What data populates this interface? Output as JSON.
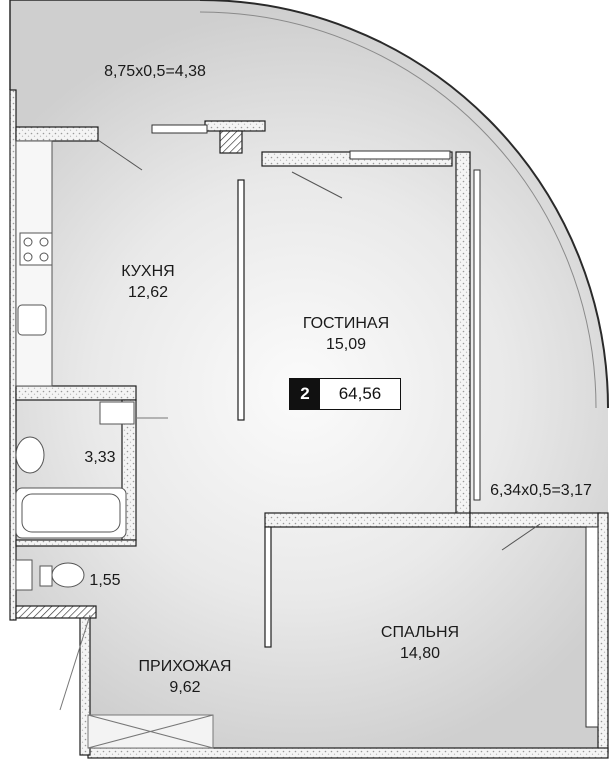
{
  "plan": {
    "balcony_top": "8,75х0,5=4,38",
    "balcony_right": "6,34х0,5=3,17",
    "rooms": {
      "kitchen": {
        "name": "КУХНЯ",
        "area": "12,62"
      },
      "living": {
        "name": "ГОСТИНАЯ",
        "area": "15,09"
      },
      "bathroom": {
        "area": "3,33"
      },
      "toilet": {
        "area": "1,55"
      },
      "hall": {
        "name": "ПРИХОЖАЯ",
        "area": "9,62"
      },
      "bedroom": {
        "name": "СПАЛЬНЯ",
        "area": "14,80"
      }
    },
    "badge": {
      "rooms": "2",
      "total_area": "64,56"
    }
  }
}
